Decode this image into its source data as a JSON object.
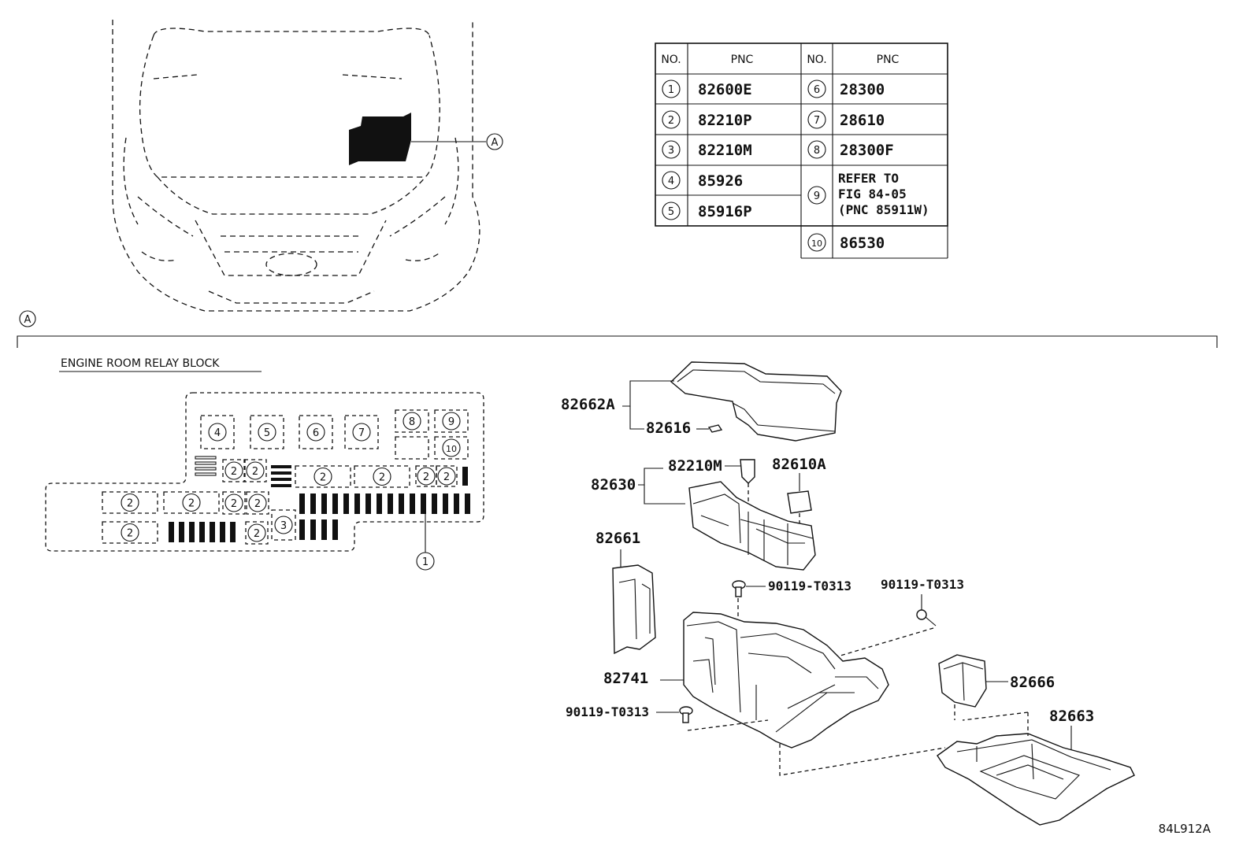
{
  "table": {
    "header": {
      "no": "NO.",
      "pnc": "PNC"
    },
    "left": [
      {
        "no": "1",
        "pnc": "82600E"
      },
      {
        "no": "2",
        "pnc": "82210P"
      },
      {
        "no": "3",
        "pnc": "82210M"
      },
      {
        "no": "4",
        "pnc": "85926"
      },
      {
        "no": "5",
        "pnc": "85916P"
      }
    ],
    "right": [
      {
        "no": "6",
        "pnc": "28300"
      },
      {
        "no": "7",
        "pnc": "28610"
      },
      {
        "no": "8",
        "pnc": "28300F"
      },
      {
        "no": "9",
        "lines": [
          "REFER TO",
          "FIG 84-05",
          "(PNC 85911W)"
        ]
      },
      {
        "no": "10",
        "pnc": "86530"
      }
    ]
  },
  "view_marker": "A",
  "section_marker": "A",
  "relay_block": {
    "title": "ENGINE ROOM RELAY BLOCK",
    "top_boxes": [
      "4",
      "5",
      "6",
      "7",
      "8",
      "9",
      "10"
    ],
    "small_two": "2",
    "small_three": "3",
    "callout": "1"
  },
  "parts": {
    "cover": "82662A",
    "clip": "82616",
    "relay_m": "82210M",
    "relay_a": "82610A",
    "block": "82630",
    "bracket": "82661",
    "bolt1": "90119-T0313",
    "bolt2": "90119-T0313",
    "bolt3": "90119-T0313",
    "lower_box": "82741",
    "side_part": "82666",
    "tray": "82663"
  },
  "figure_id": "84L912A"
}
